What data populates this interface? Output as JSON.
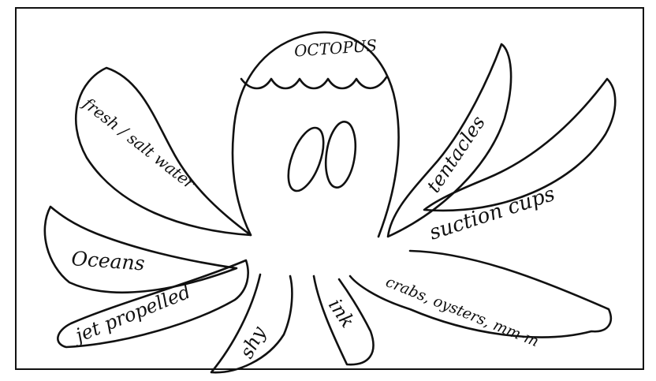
{
  "diagram": {
    "title": "OCTOPUS",
    "arm_labels": {
      "fresh_salt_water": "fresh / salt water",
      "tentacles": "tentacles",
      "suction_cups": "suction cups",
      "oceans": "Oceans",
      "jet_propelled": "jet propelled",
      "shy": "shy",
      "ink": "ink",
      "crabs_oysters": "crabs, oysters, mm-m"
    }
  }
}
